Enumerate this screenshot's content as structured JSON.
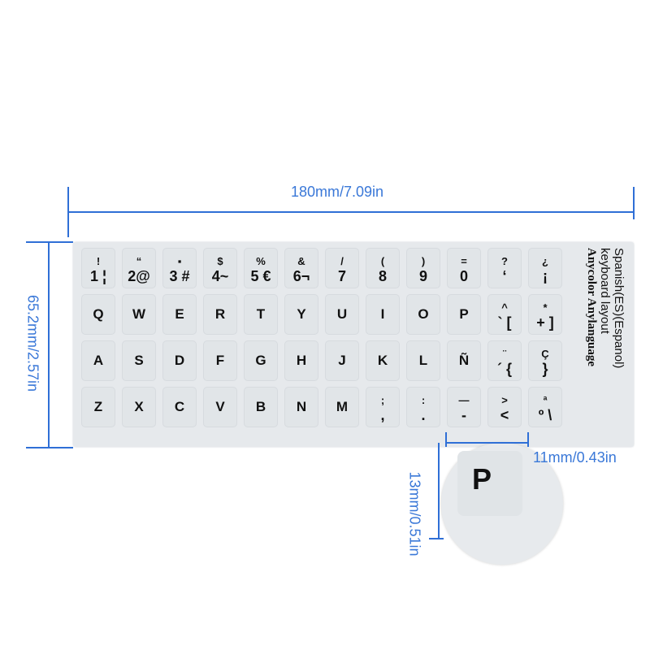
{
  "dimensions": {
    "width_label": "180mm/7.09in",
    "height_label": "65.2mm/2.57in",
    "key_width_label": "11mm/0.43in",
    "key_height_label": "13mm/0.51in"
  },
  "sheet": {
    "side_text": [
      "Spanish(ES)(Espanol)",
      "keyboard layout",
      "Anycolor Anylanguage"
    ],
    "rows": [
      [
        [
          "!",
          "1 ¦"
        ],
        [
          "“",
          "2@"
        ],
        [
          "▪",
          "3 #"
        ],
        [
          "$",
          "4~"
        ],
        [
          "%",
          "5 €"
        ],
        [
          "&",
          "6¬"
        ],
        [
          "/",
          "7"
        ],
        [
          "(",
          "8"
        ],
        [
          ")",
          "9"
        ],
        [
          "=",
          "0"
        ],
        [
          "?",
          "‘"
        ],
        [
          "¿",
          "¡"
        ]
      ],
      [
        [
          "",
          "Q"
        ],
        [
          "",
          "W"
        ],
        [
          "",
          "E"
        ],
        [
          "",
          "R"
        ],
        [
          "",
          "T"
        ],
        [
          "",
          "Y"
        ],
        [
          "",
          "U"
        ],
        [
          "",
          "I"
        ],
        [
          "",
          "O"
        ],
        [
          "",
          "P"
        ],
        [
          "^",
          "` ["
        ],
        [
          "*",
          "+ ]"
        ]
      ],
      [
        [
          "",
          "A"
        ],
        [
          "",
          "S"
        ],
        [
          "",
          "D"
        ],
        [
          "",
          "F"
        ],
        [
          "",
          "G"
        ],
        [
          "",
          "H"
        ],
        [
          "",
          "J"
        ],
        [
          "",
          "K"
        ],
        [
          "",
          "L"
        ],
        [
          "",
          "Ñ"
        ],
        [
          "¨",
          "´ {"
        ],
        [
          "Ç",
          "}"
        ]
      ],
      [
        [
          "",
          "Z"
        ],
        [
          "",
          "X"
        ],
        [
          "",
          "C"
        ],
        [
          "",
          "V"
        ],
        [
          "",
          "B"
        ],
        [
          "",
          "N"
        ],
        [
          "",
          "M"
        ],
        [
          ";",
          ","
        ],
        [
          ":",
          "."
        ],
        [
          "—",
          "-"
        ],
        [
          ">",
          "<"
        ],
        [
          "ª",
          "º \\"
        ]
      ]
    ]
  },
  "magnifier": {
    "key": "P"
  },
  "colors": {
    "dimension": "#2f6fd6",
    "sheet": "#e6e9ec"
  }
}
